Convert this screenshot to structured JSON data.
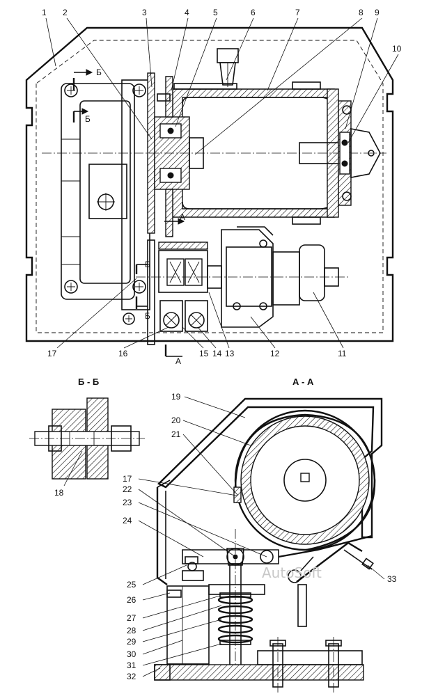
{
  "figure": {
    "top_view_callouts": [
      "1",
      "2",
      "3",
      "4",
      "5",
      "6",
      "7",
      "8",
      "9",
      "10",
      "11",
      "12",
      "13",
      "14",
      "15",
      "16",
      "17"
    ],
    "section_bb": {
      "title": "Б - Б",
      "callouts": [
        "18"
      ]
    },
    "section_aa": {
      "title": "А - А",
      "callouts": [
        "17",
        "19",
        "20",
        "21",
        "22",
        "23",
        "24",
        "25",
        "26",
        "27",
        "28",
        "29",
        "30",
        "31",
        "32",
        "33"
      ]
    },
    "cut_marks": {
      "b": "Б",
      "a": "А"
    },
    "watermark": "AutoSoft"
  }
}
